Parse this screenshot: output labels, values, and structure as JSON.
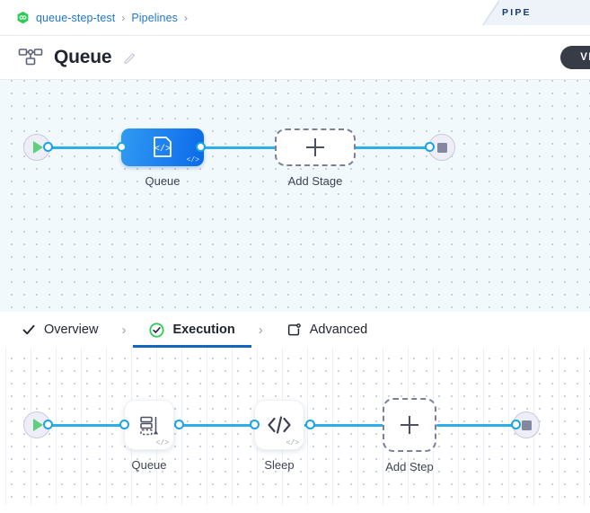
{
  "ribbon": {
    "label": "PIPE"
  },
  "breadcrumb": {
    "icon": "green-hex-link-icon",
    "items": [
      {
        "label": "queue-step-test"
      },
      {
        "label": "Pipelines"
      }
    ],
    "separator": "›"
  },
  "header": {
    "icon": "pipeline-nodes-icon",
    "title": "Queue",
    "edit_icon": "pencil-icon",
    "visual_button": {
      "label": "VIS"
    }
  },
  "stage_canvas": {
    "start_node": {
      "icon": "play-icon"
    },
    "end_node": {
      "icon": "stop-icon"
    },
    "nodes": [
      {
        "label": "Queue",
        "icon": "code-brace-icon",
        "badge": "</>",
        "type": "stage"
      },
      {
        "label": "Add Stage",
        "icon": "plus-icon",
        "type": "add"
      }
    ]
  },
  "tabs": {
    "items": [
      {
        "label": "Overview",
        "icon": "check-icon",
        "active": false
      },
      {
        "label": "Execution",
        "icon": "green-check-circle-icon",
        "active": true
      },
      {
        "label": "Advanced",
        "icon": "folder-gear-icon",
        "active": false
      }
    ],
    "separator": "›"
  },
  "step_canvas": {
    "start_node": {
      "icon": "play-icon"
    },
    "end_node": {
      "icon": "stop-icon"
    },
    "nodes": [
      {
        "label": "Queue",
        "icon": "queue-stack-icon",
        "badge": "</>",
        "type": "step"
      },
      {
        "label": "Sleep",
        "icon": "code-slash-icon",
        "badge": "</>",
        "type": "step"
      },
      {
        "label": "Add Step",
        "icon": "plus-icon",
        "type": "add"
      }
    ]
  },
  "colors": {
    "accent_blue": "#1465c0",
    "edge_blue": "#2caeeb",
    "node_blue": "#1d7ff0",
    "green": "#2ecc56",
    "dark_pill": "#383c47"
  }
}
